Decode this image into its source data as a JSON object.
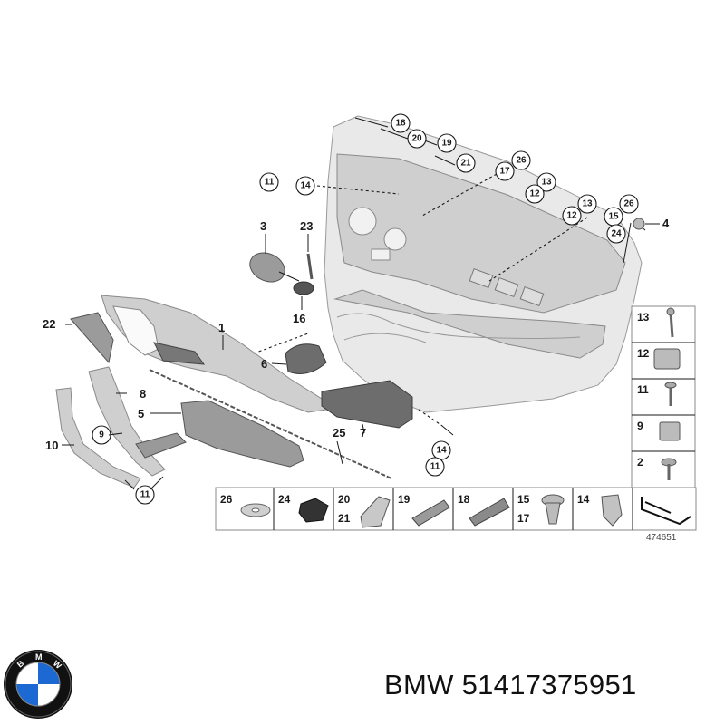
{
  "callouts": {
    "c18": "18",
    "c20": "20",
    "c19": "19",
    "c21": "21",
    "c17": "17",
    "c26a": "26",
    "c11a": "11",
    "c14a": "14",
    "c13a": "13",
    "c12a": "12",
    "c13b": "13",
    "c12b": "12",
    "c26b": "26",
    "c15": "15",
    "c24": "24",
    "c14b": "14",
    "c11b": "11",
    "c11c": "11",
    "c9": "9"
  },
  "labels": {
    "l3": "3",
    "l23": "23",
    "l16": "16",
    "l22": "22",
    "l1": "1",
    "l6": "6",
    "l8": "8",
    "l5": "5",
    "l10": "10",
    "l25": "25",
    "l7": "7",
    "l4": "4"
  },
  "side_table": [
    "13",
    "12",
    "11",
    "9",
    "2"
  ],
  "bottom_table": [
    {
      "num": "26"
    },
    {
      "num": "24"
    },
    {
      "num": "20",
      "num2": "21"
    },
    {
      "num": "19"
    },
    {
      "num": "18"
    },
    {
      "num": "15",
      "num2": "17"
    },
    {
      "num": "14"
    }
  ],
  "diagram_id": "474651",
  "footer": {
    "brand": "BMW",
    "part_number": "51417375951"
  },
  "colors": {
    "bmw_blue": "#1c69d4",
    "logo_black": "#111111"
  }
}
